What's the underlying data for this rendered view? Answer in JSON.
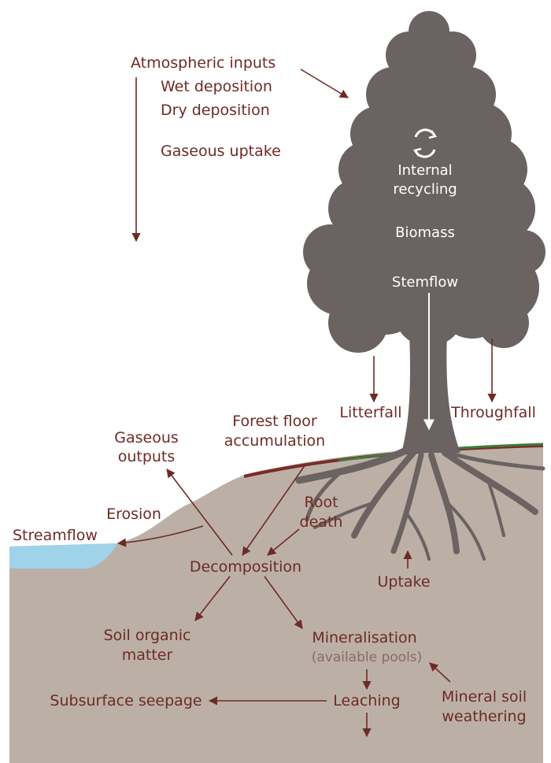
{
  "colors": {
    "soil": "#bcb0a6",
    "tree": "#6b6262",
    "label": "#6e2a26",
    "water": "#9fd3ea",
    "forest_floor_red": "#7a2b28",
    "forest_floor_green": "#3f7a3c",
    "canopy_label": "#ffffff"
  },
  "icons": {
    "recycle": "recycle-arrows-icon"
  },
  "labels": {
    "atmospheric_inputs": "Atmospheric inputs",
    "wet_deposition": "Wet deposition",
    "dry_deposition": "Dry deposition",
    "gaseous_uptake": "Gaseous uptake",
    "internal_recycling_1": "Internal",
    "internal_recycling_2": "recycling",
    "biomass": "Biomass",
    "stemflow": "Stemflow",
    "litterfall": "Litterfall",
    "throughfall": "Throughfall",
    "gaseous_outputs_1": "Gaseous",
    "gaseous_outputs_2": "outputs",
    "forest_floor_1": "Forest floor",
    "forest_floor_2": "accumulation",
    "erosion": "Erosion",
    "streamflow": "Streamflow",
    "root_death_1": "Root",
    "root_death_2": "death",
    "decomposition": "Decomposition",
    "uptake": "Uptake",
    "soil_organic_1": "Soil organic",
    "soil_organic_2": "matter",
    "mineralisation": "Mineralisation",
    "available_pools": "(available pools)",
    "subsurface_seepage": "Subsurface seepage",
    "leaching": "Leaching",
    "mineral_weathering_1": "Mineral soil",
    "mineral_weathering_2": "weathering"
  }
}
